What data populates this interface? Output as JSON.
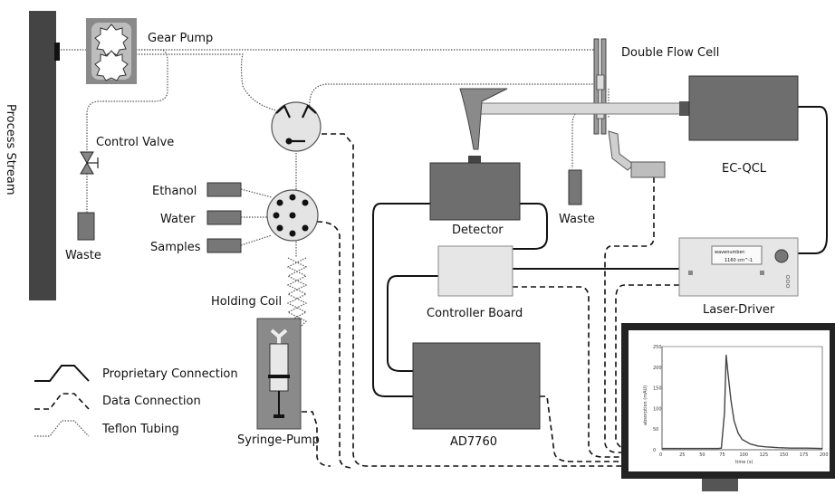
{
  "labels": {
    "process_stream": "Process Stream",
    "gear_pump": "Gear Pump",
    "control_valve": "Control Valve",
    "waste_left": "Waste",
    "double_flow_cell": "Double Flow Cell",
    "ec_qcl": "EC-QCL",
    "detector": "Detector",
    "waste_right": "Waste",
    "ethanol": "Ethanol",
    "water": "Water",
    "samples": "Samples",
    "holding_coil": "Holding Coil",
    "syringe_pump": "Syringe-Pump",
    "controller_board": "Controller Board",
    "ad7760": "AD7760",
    "laser_driver": "Laser-Driver",
    "laser_display_label": "wavenumber:",
    "laser_display_value": "1160 cm^-1"
  },
  "legend": {
    "proprietary": "Proprietary Connection",
    "data": "Data Connection",
    "teflon": "Teflon Tubing"
  },
  "chart_data": {
    "type": "line",
    "title": "",
    "xlabel": "time (s)",
    "ylabel": "absorption (mAU)",
    "xlim": [
      0,
      200
    ],
    "ylim": [
      0,
      250
    ],
    "x_ticks": [
      "0",
      "25",
      "50",
      "75",
      "100",
      "125",
      "150",
      "175",
      "200"
    ],
    "y_ticks": [
      "0",
      "50",
      "100",
      "150",
      "200",
      "250"
    ],
    "series": [
      {
        "x": [
          0,
          20,
          40,
          60,
          70,
          74,
          78,
          80,
          82,
          86,
          90,
          95,
          100,
          110,
          120,
          130,
          145,
          160,
          180,
          200
        ],
        "y": [
          3,
          3,
          3,
          3,
          3,
          4,
          90,
          230,
          190,
          120,
          70,
          40,
          25,
          14,
          9,
          7,
          5,
          4,
          4,
          3
        ]
      }
    ]
  },
  "colors": {
    "stream": "#444444",
    "module_dark": "#6e6e6e",
    "module_light": "#e6e6e6",
    "monitor": "#222222"
  }
}
